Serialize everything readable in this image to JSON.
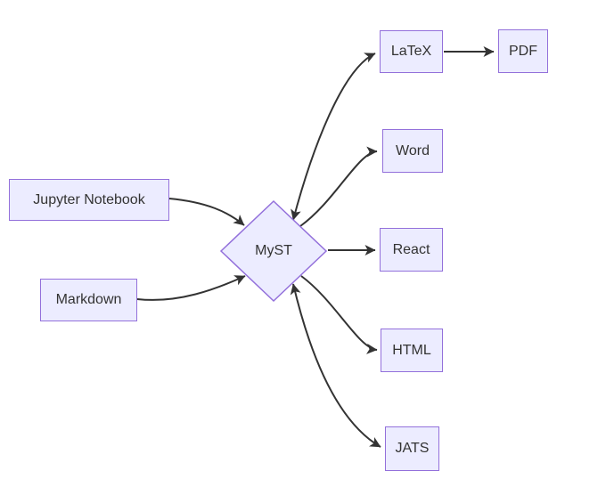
{
  "diagram": {
    "type": "flowchart",
    "orientation": "left-to-right",
    "background": "#FFFFFF",
    "colors": {
      "node_fill": "#ECECFF",
      "node_border": "#9370DB",
      "edge_stroke": "#333333",
      "label_text": "#333333"
    },
    "nodes": [
      {
        "id": "jupyter",
        "label": "Jupyter Notebook",
        "shape": "rectangle"
      },
      {
        "id": "markdown",
        "label": "Markdown",
        "shape": "rectangle"
      },
      {
        "id": "myst",
        "label": "MyST",
        "shape": "diamond"
      },
      {
        "id": "latex",
        "label": "LaTeX",
        "shape": "rectangle"
      },
      {
        "id": "pdf",
        "label": "PDF",
        "shape": "rectangle"
      },
      {
        "id": "word",
        "label": "Word",
        "shape": "rectangle"
      },
      {
        "id": "react",
        "label": "React",
        "shape": "rectangle"
      },
      {
        "id": "html",
        "label": "HTML",
        "shape": "rectangle"
      },
      {
        "id": "jats",
        "label": "JATS",
        "shape": "rectangle"
      }
    ],
    "edges": [
      {
        "from": "jupyter",
        "to": "myst",
        "bidirectional": false
      },
      {
        "from": "markdown",
        "to": "myst",
        "bidirectional": false
      },
      {
        "from": "myst",
        "to": "latex",
        "bidirectional": true
      },
      {
        "from": "latex",
        "to": "pdf",
        "bidirectional": false
      },
      {
        "from": "myst",
        "to": "word",
        "bidirectional": false
      },
      {
        "from": "myst",
        "to": "react",
        "bidirectional": false
      },
      {
        "from": "myst",
        "to": "html",
        "bidirectional": false
      },
      {
        "from": "myst",
        "to": "jats",
        "bidirectional": true
      }
    ]
  }
}
